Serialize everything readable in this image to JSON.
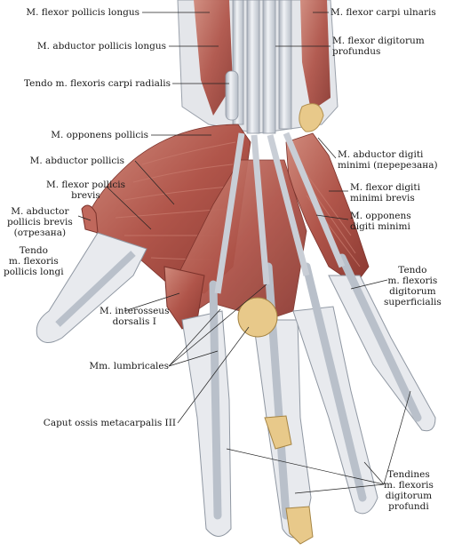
{
  "colors": {
    "background": "#ffffff",
    "muscle": "#b0554a",
    "muscle_dark": "#8c3a32",
    "muscle_light": "#d48a7c",
    "tendon": "#e6e9ee",
    "tendon_shadow": "#a9b0bb",
    "bone": "#e8c98a",
    "leader_line": "#222222"
  },
  "labels": {
    "flexor_pollicis_longus": "M. flexor pollicis longus",
    "abductor_pollicis_longus": "M. abductor pollicis longus",
    "tendo_flexoris_carpi_radialis": "Tendo m. flexoris carpi radialis",
    "opponens_pollicis": "M. opponens pollicis",
    "abductor_pollicis": "M. abductor pollicis",
    "flexor_pollicis_brevis": [
      "M. flexor pollicis",
      "brevis"
    ],
    "abductor_pollicis_brevis": [
      "M. abductor",
      "pollicis brevis",
      "(отрезана)"
    ],
    "tendo_flexoris_pollicis_longi": [
      "Tendo",
      "m. flexoris",
      "pollicis longi"
    ],
    "interosseus_dorsalis": [
      "M. interosseus",
      "dorsalis I"
    ],
    "lumbricales": "Mm. lumbricales",
    "caput_ossis_metacarpalis": "Caput ossis metacarpalis III",
    "flexor_carpi_ulnaris": "M. flexor carpi ulnaris",
    "flexor_digitorum_profundus": [
      "M. flexor digitorum",
      "profundus"
    ],
    "abductor_digiti_minimi": [
      "M. abductor digiti",
      "minimi (перерезана)"
    ],
    "flexor_digiti_minimi_brevis": [
      "M. flexor digiti",
      "minimi brevis"
    ],
    "opponens_digiti_minimi": [
      "M. opponens",
      "digiti minimi"
    ],
    "tendo_flexoris_digitorum_superficialis": [
      "Tendo",
      "m. flexoris",
      "digitorum",
      "superficialis"
    ],
    "tendines_flexoris_digitorum_profundi": [
      "Tendines",
      "m. flexoris",
      "digitorum",
      "profundi"
    ]
  }
}
